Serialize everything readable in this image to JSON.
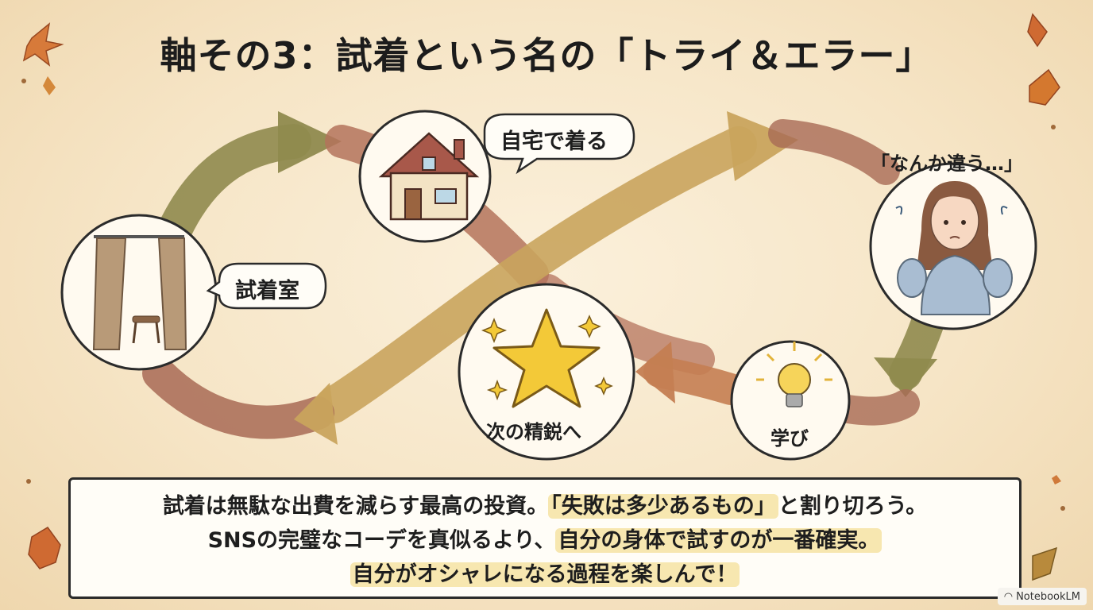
{
  "title": "軸その3：試着という名の「トライ＆エラー」",
  "nodes": {
    "fitting_room": "試着室",
    "home": "自宅で着る",
    "reaction": "「なんか違う…」",
    "learning": "学び",
    "next": "次の精鋭へ"
  },
  "caption": {
    "line1_a": "試着は無駄な出費を減らす最高の投資。",
    "line1_b": "「失敗は多少あるもの」",
    "line1_c": "と割り切ろう。",
    "line2_a": "SNSの完璧なコーデを真似るより、",
    "line2_b": "自分の身体で試すのが一番確実。",
    "line3": "自分がオシャレになる過程を楽しんで！"
  },
  "badge": "NotebookLM",
  "colors": {
    "background": "#f6e5c6",
    "arrow_olive": "#8f8a4e",
    "arrow_brown": "#a86a55",
    "arrow_gold": "#c9a45d",
    "highlight": "#f7e7b0"
  }
}
